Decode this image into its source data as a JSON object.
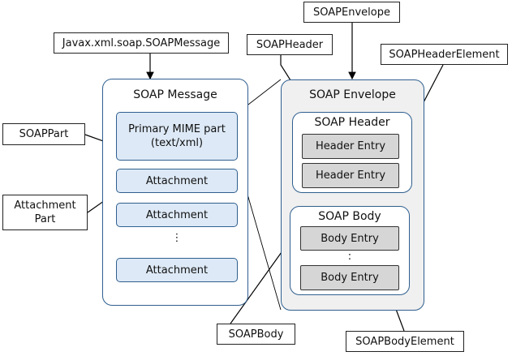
{
  "labels": {
    "soap_message_class": "Javax.xml.soap.SOAPMessage",
    "soap_envelope_class": "SOAPEnvelope",
    "soap_header_class": "SOAPHeader",
    "soap_header_element_class": "SOAPHeaderElement",
    "soap_part": "SOAPPart",
    "attachment_part": "Attachment\nPart",
    "soap_body_class": "SOAPBody",
    "soap_body_element_class": "SOAPBodyElement"
  },
  "message": {
    "title": "SOAP Message",
    "mime_part": "Primary MIME part\n(text/xml)",
    "attachments": [
      "Attachment",
      "Attachment",
      "Attachment"
    ],
    "dots": "⋮"
  },
  "envelope": {
    "title": "SOAP Envelope",
    "header": {
      "title": "SOAP Header",
      "entries": [
        "Header Entry",
        "Header Entry"
      ]
    },
    "body": {
      "title": "SOAP Body",
      "entries": [
        "Body Entry",
        "Body Entry"
      ],
      "dots": ":"
    }
  }
}
